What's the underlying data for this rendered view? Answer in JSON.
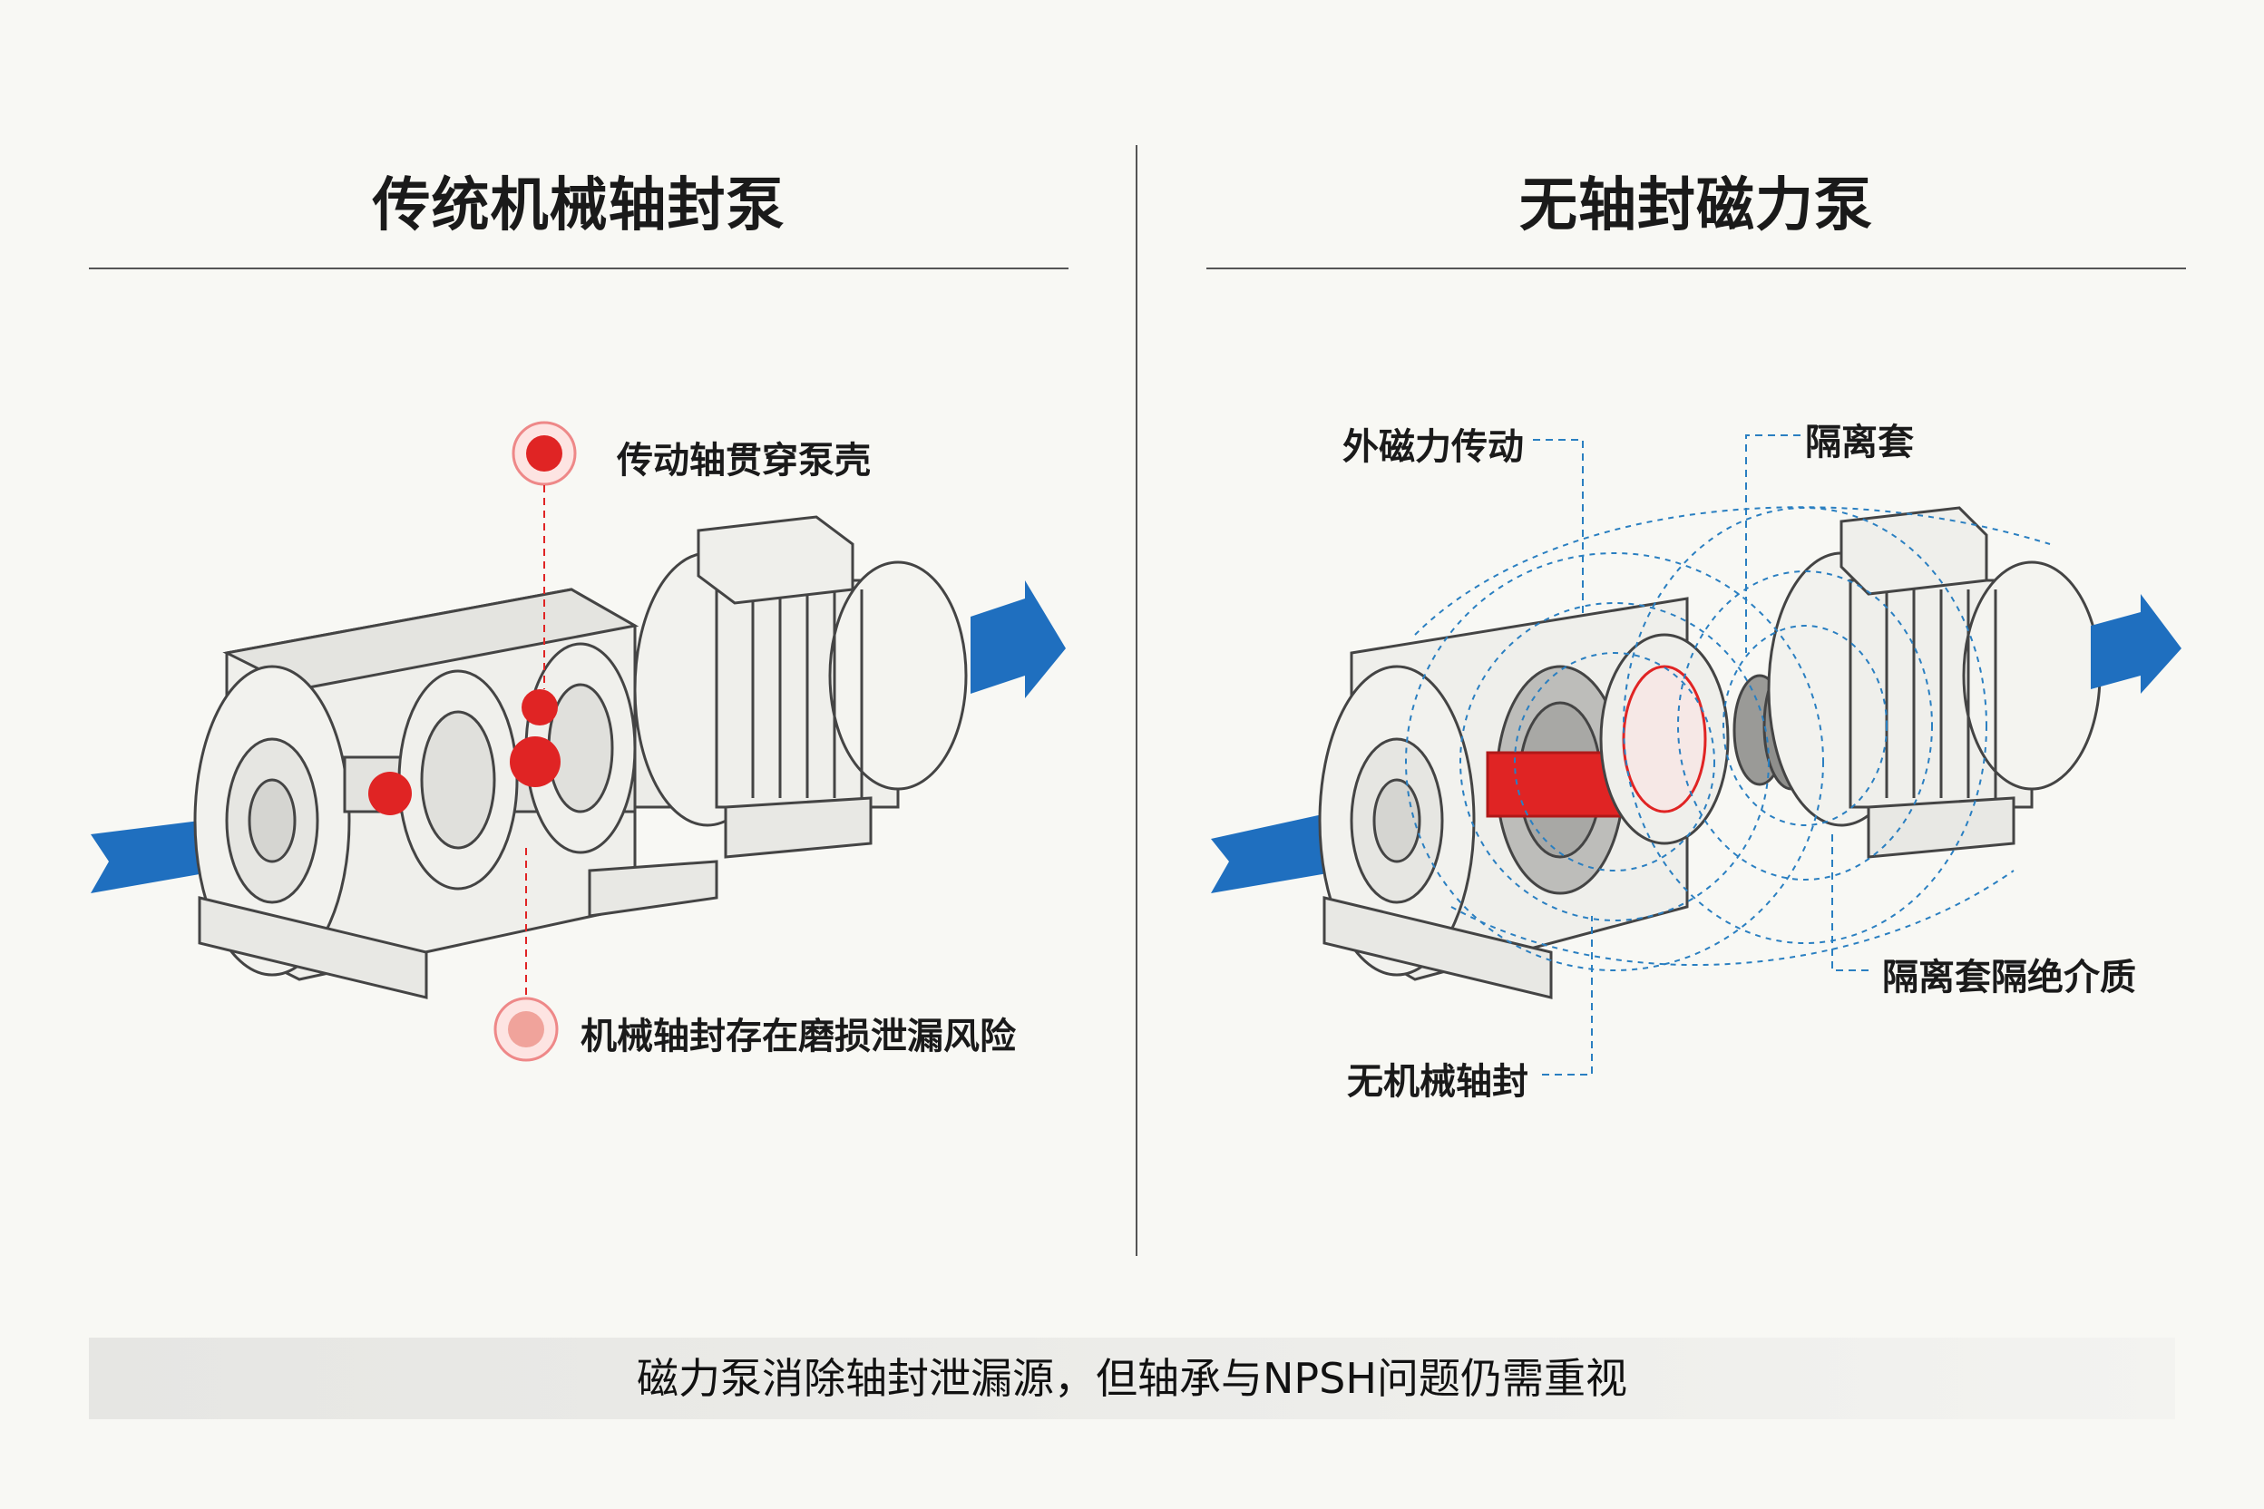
{
  "left_panel": {
    "title": "传统机械轴封泵",
    "callouts": {
      "top": "传动轴贯穿泵壳",
      "bottom": "机械轴封存在磨损泄漏风险"
    }
  },
  "right_panel": {
    "title": "无轴封磁力泵",
    "callouts": {
      "external_drive": "外磁力传动",
      "isolation_sleeve": "隔离套",
      "sleeve_isolates_medium": "隔离套隔绝介质",
      "no_mechanical_seal": "无机械轴封"
    }
  },
  "caption": "磁力泵消除轴封泄漏源，但轴承与NPSH问题仍需重视",
  "colors": {
    "flow_arrow": "#1f6fbf",
    "leak_marker": "#e02424",
    "magnetic_field": "#2a7fc1",
    "outline": "#444444"
  }
}
